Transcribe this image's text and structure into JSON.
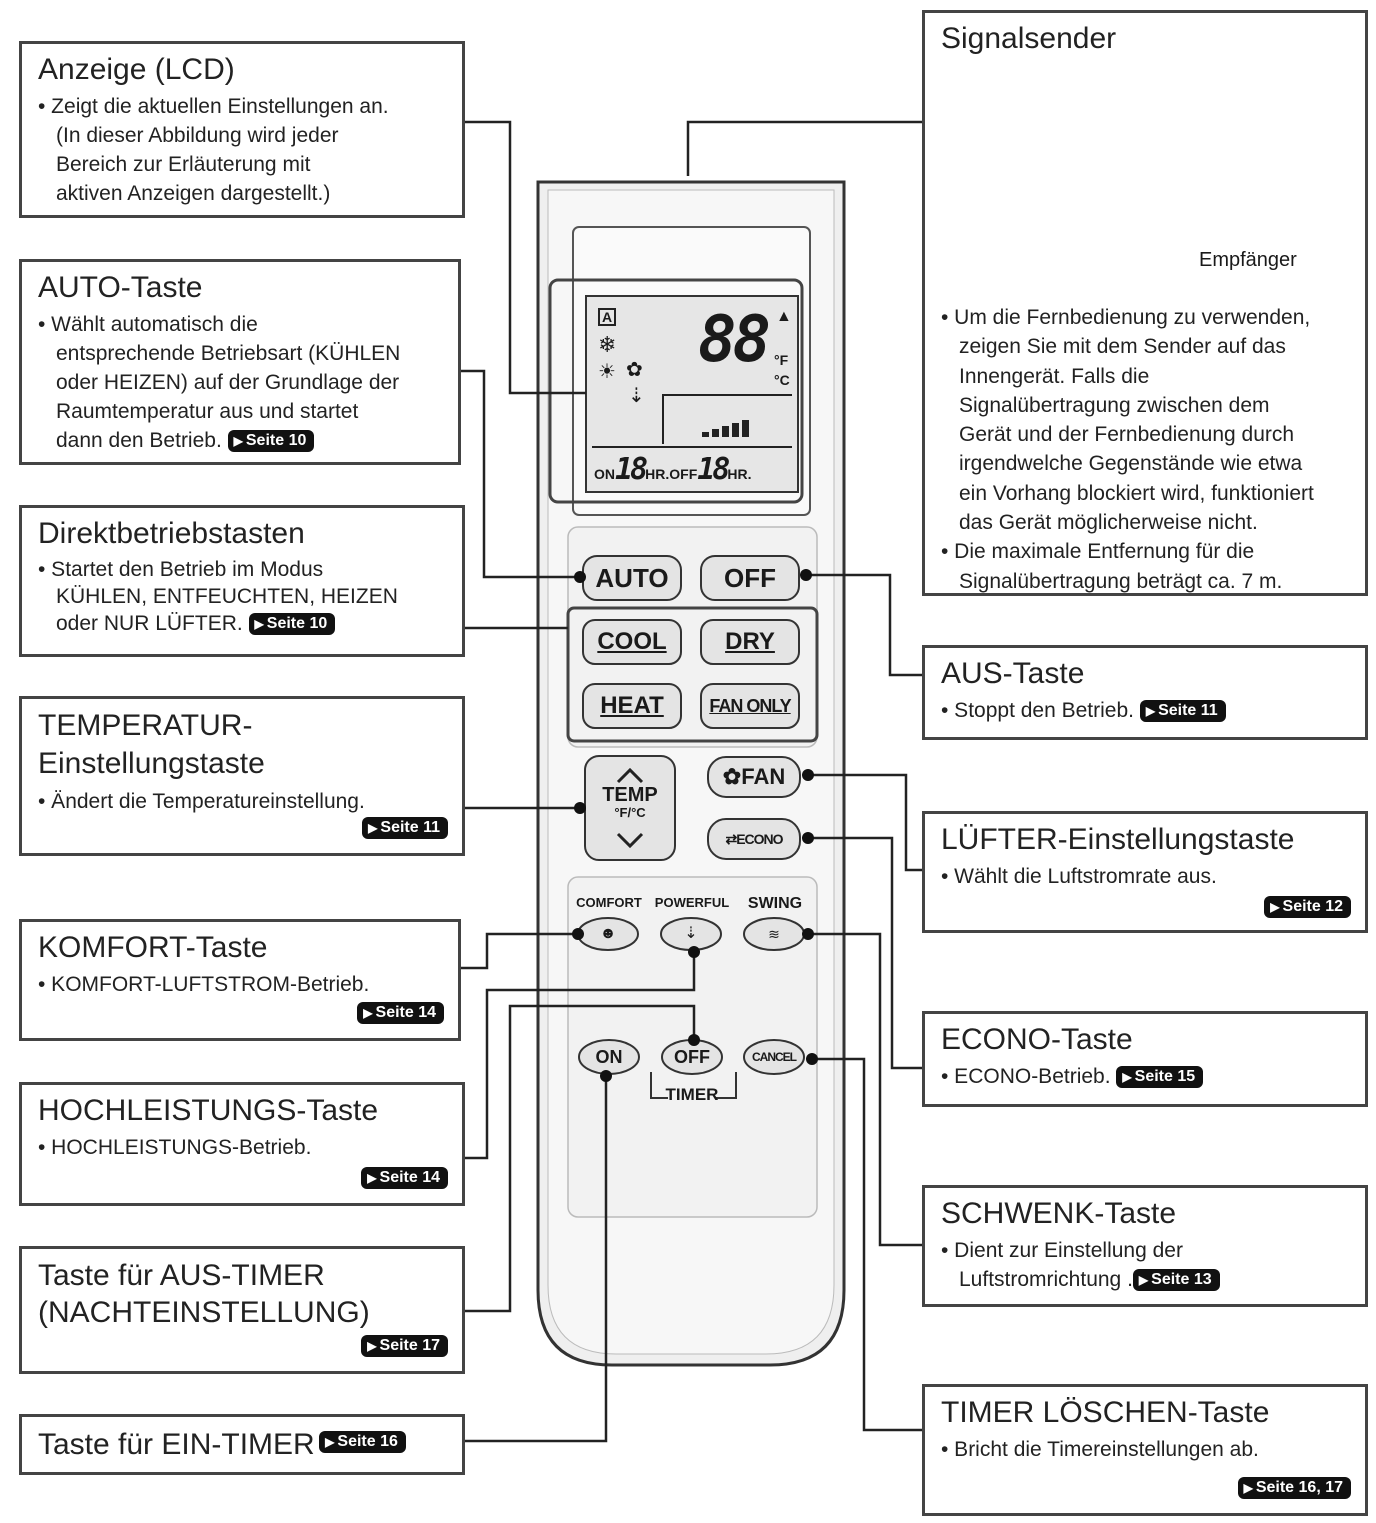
{
  "boxes": {
    "lcd": {
      "title": "Anzeige (LCD)",
      "lines": [
        "• Zeigt die aktuellen Einstellungen an.",
        "(In dieser Abbildung wird jeder",
        "Bereich zur Erläuterung mit",
        "aktiven Anzeigen dargestellt.)"
      ]
    },
    "auto": {
      "title": "AUTO-Taste",
      "lines": [
        "• Wählt automatisch die",
        "entsprechende Betriebsart (KÜHLEN",
        "oder HEIZEN) auf der Grundlage der",
        "Raumtemperatur aus und startet",
        "dann den Betrieb."
      ],
      "page": "Seite 10"
    },
    "direct": {
      "title": "Direktbetriebstasten",
      "lines": [
        "• Startet den Betrieb im Modus",
        "KÜHLEN, ENTFEUCHTEN, HEIZEN",
        "oder NUR LÜFTER."
      ],
      "page": "Seite 10"
    },
    "temp": {
      "title_line1": "TEMPERATUR-",
      "title_line2": "Einstellungstaste",
      "lines": [
        "• Ändert die Temperatureinstellung."
      ],
      "page": "Seite 11"
    },
    "komfort": {
      "title": "KOMFORT-Taste",
      "lines": [
        "• KOMFORT-LUFTSTROM-Betrieb."
      ],
      "page": "Seite 14"
    },
    "hoch": {
      "title": "HOCHLEISTUNGS-Taste",
      "lines": [
        "• HOCHLEISTUNGS-Betrieb."
      ],
      "page": "Seite 14"
    },
    "offtimer": {
      "title_line1": "Taste für AUS-TIMER",
      "title_line2": "(NACHTEINSTELLUNG)",
      "page": "Seite 17"
    },
    "ontimer": {
      "title": "Taste für EIN-TIMER",
      "page": "Seite 16"
    },
    "signal": {
      "title": "Signalsender",
      "receiver": "Empfänger",
      "lines": [
        "• Um die Fernbedienung zu verwenden,",
        "zeigen Sie mit dem Sender auf das",
        "Innengerät. Falls die",
        "Signalübertragung zwischen dem",
        "Gerät und der Fernbedienung durch",
        "irgendwelche Gegenstände wie etwa",
        "ein Vorhang blockiert wird, funktioniert",
        "das Gerät möglicherweise nicht.",
        "• Die maximale Entfernung für die",
        "Signalübertragung beträgt ca. 7 m."
      ]
    },
    "aus": {
      "title": "AUS-Taste",
      "lines": [
        "• Stoppt den Betrieb."
      ],
      "page": "Seite 11"
    },
    "luefter": {
      "title": "LÜFTER-Einstellungstaste",
      "lines": [
        "• Wählt die Luftstromrate aus."
      ],
      "page": "Seite 12"
    },
    "econo": {
      "title": "ECONO-Taste",
      "lines": [
        "• ECONO-Betrieb."
      ],
      "page": "Seite 15"
    },
    "schwenk": {
      "title": "SCHWENK-Taste",
      "lines": [
        "• Dient zur Einstellung der",
        "Luftstromrichtung ."
      ],
      "page": "Seite 13"
    },
    "cancel": {
      "title": "TIMER LÖSCHEN-Taste",
      "lines": [
        "• Bricht die Timereinstellungen ab."
      ],
      "page": "Seite 16, 17"
    }
  },
  "remote": {
    "lcd": {
      "temp_digits": "88",
      "unit_f": "°F",
      "unit_c": "°C",
      "timer_on_digits": "18",
      "timer_off_digits": "18",
      "on": "ON",
      "off": "OFF",
      "hr": "HR.",
      "mode_auto": "A"
    },
    "buttons": {
      "auto": "AUTO",
      "off": "OFF",
      "cool": "COOL",
      "dry": "DRY",
      "heat": "HEAT",
      "fan_only": "FAN ONLY",
      "temp": "TEMP",
      "temp_unit": "°F/°C",
      "fan": "FAN",
      "econo": "ECONO",
      "comfort": "COMFORT",
      "powerful": "POWERFUL",
      "swing": "SWING",
      "timer_on": "ON",
      "timer_off": "OFF",
      "cancel": "CANCEL",
      "timer": "TIMER"
    }
  }
}
